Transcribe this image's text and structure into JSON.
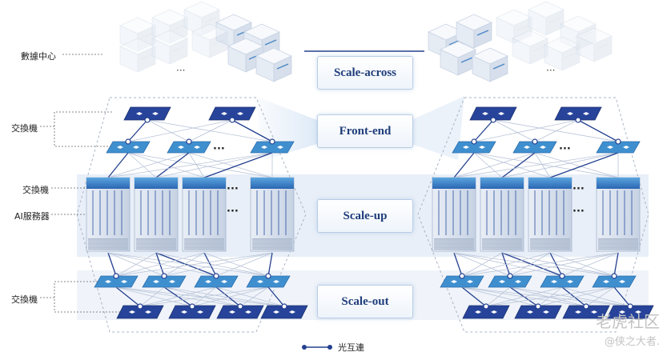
{
  "labels": {
    "data_center": "數據中心",
    "switch_top": "交換機",
    "switch_mid": "交換機",
    "ai_server": "AI服務器",
    "switch_bottom": "交換機"
  },
  "bands": {
    "scale_across": "Scale-across",
    "front_end": "Front-end",
    "scale_up": "Scale-up",
    "scale_out": "Scale-out"
  },
  "ellipsis": "···",
  "legend": {
    "optical_interconnect": "光互連"
  },
  "watermark": {
    "site": "老虎社区",
    "user": "@侠之大者."
  },
  "colors": {
    "band": "#e8eff8",
    "switch_dark": "#27449a",
    "switch_light": "#3f8fcf",
    "link_thin": "#b9c4d8",
    "link_bold": "#24408f",
    "hex_border": "#aab4c4"
  }
}
